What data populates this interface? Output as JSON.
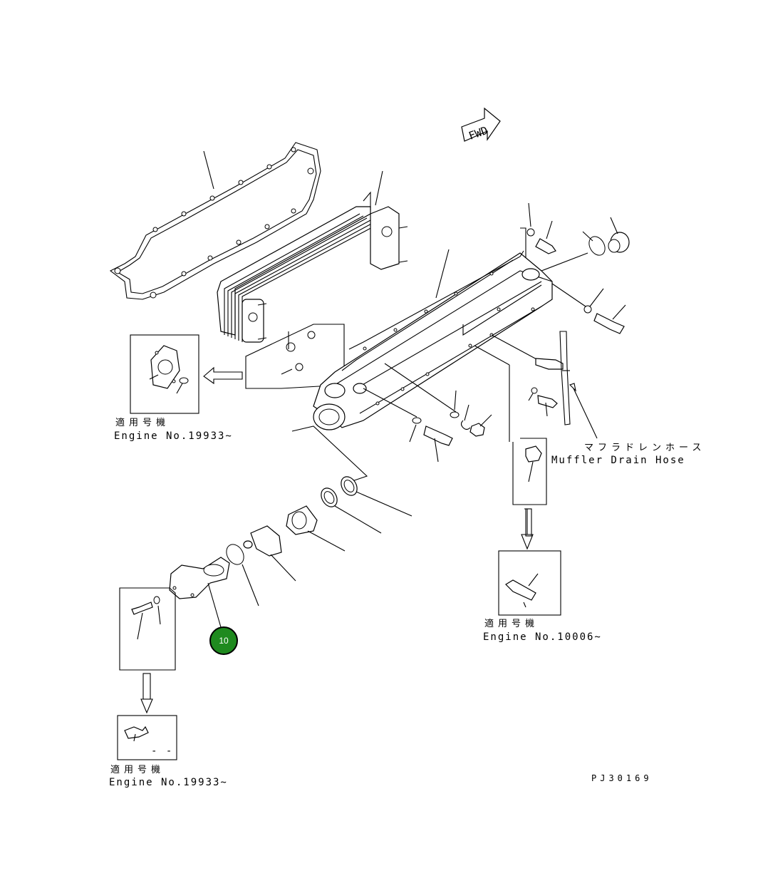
{
  "fwd_label": "FWD",
  "callout": {
    "number": "10",
    "color": "#1f8a1f"
  },
  "notes": {
    "top_left": {
      "jp": "適用号機",
      "en": "Engine No.19933~"
    },
    "bottom_left": {
      "jp": "適用号機",
      "en": "Engine No.19933~"
    },
    "right": {
      "jp": "適用号機",
      "en": "Engine No.10006~"
    }
  },
  "muffler": {
    "jp": "マフラドレンホース",
    "en": "Muffler Drain Hose"
  },
  "drawing_code": "PJ30169",
  "bottom_small_mark": "- -"
}
